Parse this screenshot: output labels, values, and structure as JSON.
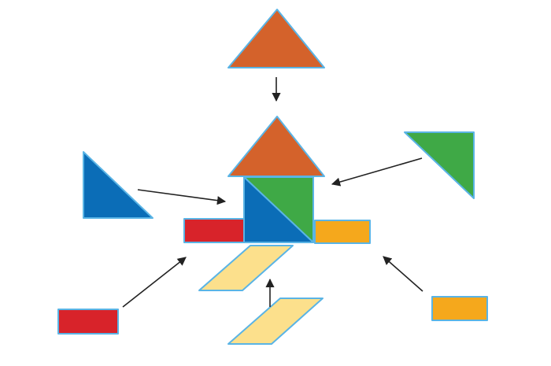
{
  "colors": {
    "orange": "#D4622B",
    "green": "#3FA946",
    "blue": "#0B6DB7",
    "red": "#D8232A",
    "amber": "#F5A81C",
    "yellow": "#FCE08C",
    "outline": "#5AB4E5",
    "arrow": "#222222",
    "background": "#FFFFFF"
  },
  "pieces": [
    {
      "name": "orange-triangle-piece",
      "color": "orange"
    },
    {
      "name": "green-triangle-piece",
      "color": "green"
    },
    {
      "name": "blue-triangle-piece",
      "color": "blue"
    },
    {
      "name": "red-rectangle-piece",
      "color": "red"
    },
    {
      "name": "amber-rectangle-piece",
      "color": "amber"
    },
    {
      "name": "yellow-parallelogram-piece",
      "color": "yellow"
    }
  ],
  "arrows": [
    {
      "name": "arrow-from-orange-triangle",
      "direction": "down"
    },
    {
      "name": "arrow-from-green-triangle",
      "direction": "left"
    },
    {
      "name": "arrow-from-blue-triangle",
      "direction": "right"
    },
    {
      "name": "arrow-from-red-rectangle",
      "direction": "up-right"
    },
    {
      "name": "arrow-from-amber-rectangle",
      "direction": "up-left"
    },
    {
      "name": "arrow-from-yellow-parallelogram",
      "direction": "up"
    }
  ]
}
